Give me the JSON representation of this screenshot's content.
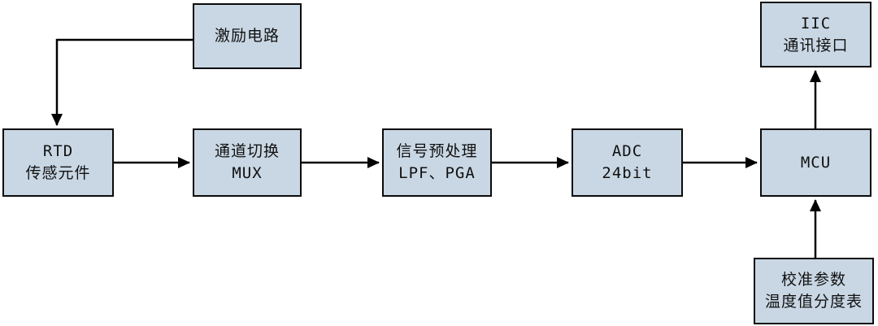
{
  "diagram": {
    "title": "RTD temperature acquisition block diagram",
    "colors": {
      "node_fill": "#c9d7e4",
      "node_border": "#0b0b0b",
      "arrow": "#000000",
      "background": "#ffffff"
    },
    "nodes": {
      "excitation": {
        "label": "激励电路"
      },
      "rtd": {
        "line1": "RTD",
        "line2": "传感元件"
      },
      "mux": {
        "line1": "通道切换",
        "line2": "MUX"
      },
      "preprocess": {
        "line1": "信号预处理",
        "line2": "LPF、PGA"
      },
      "adc": {
        "line1": "ADC",
        "line2": "24bit"
      },
      "mcu": {
        "label": "MCU"
      },
      "iic": {
        "line1": "IIC",
        "line2": "通讯接口"
      },
      "calibration": {
        "line1": "校准参数",
        "line2": "温度值分度表"
      }
    },
    "edges": [
      {
        "from": "excitation",
        "to": "rtd"
      },
      {
        "from": "rtd",
        "to": "mux"
      },
      {
        "from": "mux",
        "to": "preprocess"
      },
      {
        "from": "preprocess",
        "to": "adc"
      },
      {
        "from": "adc",
        "to": "mcu"
      },
      {
        "from": "mcu",
        "to": "iic"
      },
      {
        "from": "calibration",
        "to": "mcu"
      }
    ]
  }
}
